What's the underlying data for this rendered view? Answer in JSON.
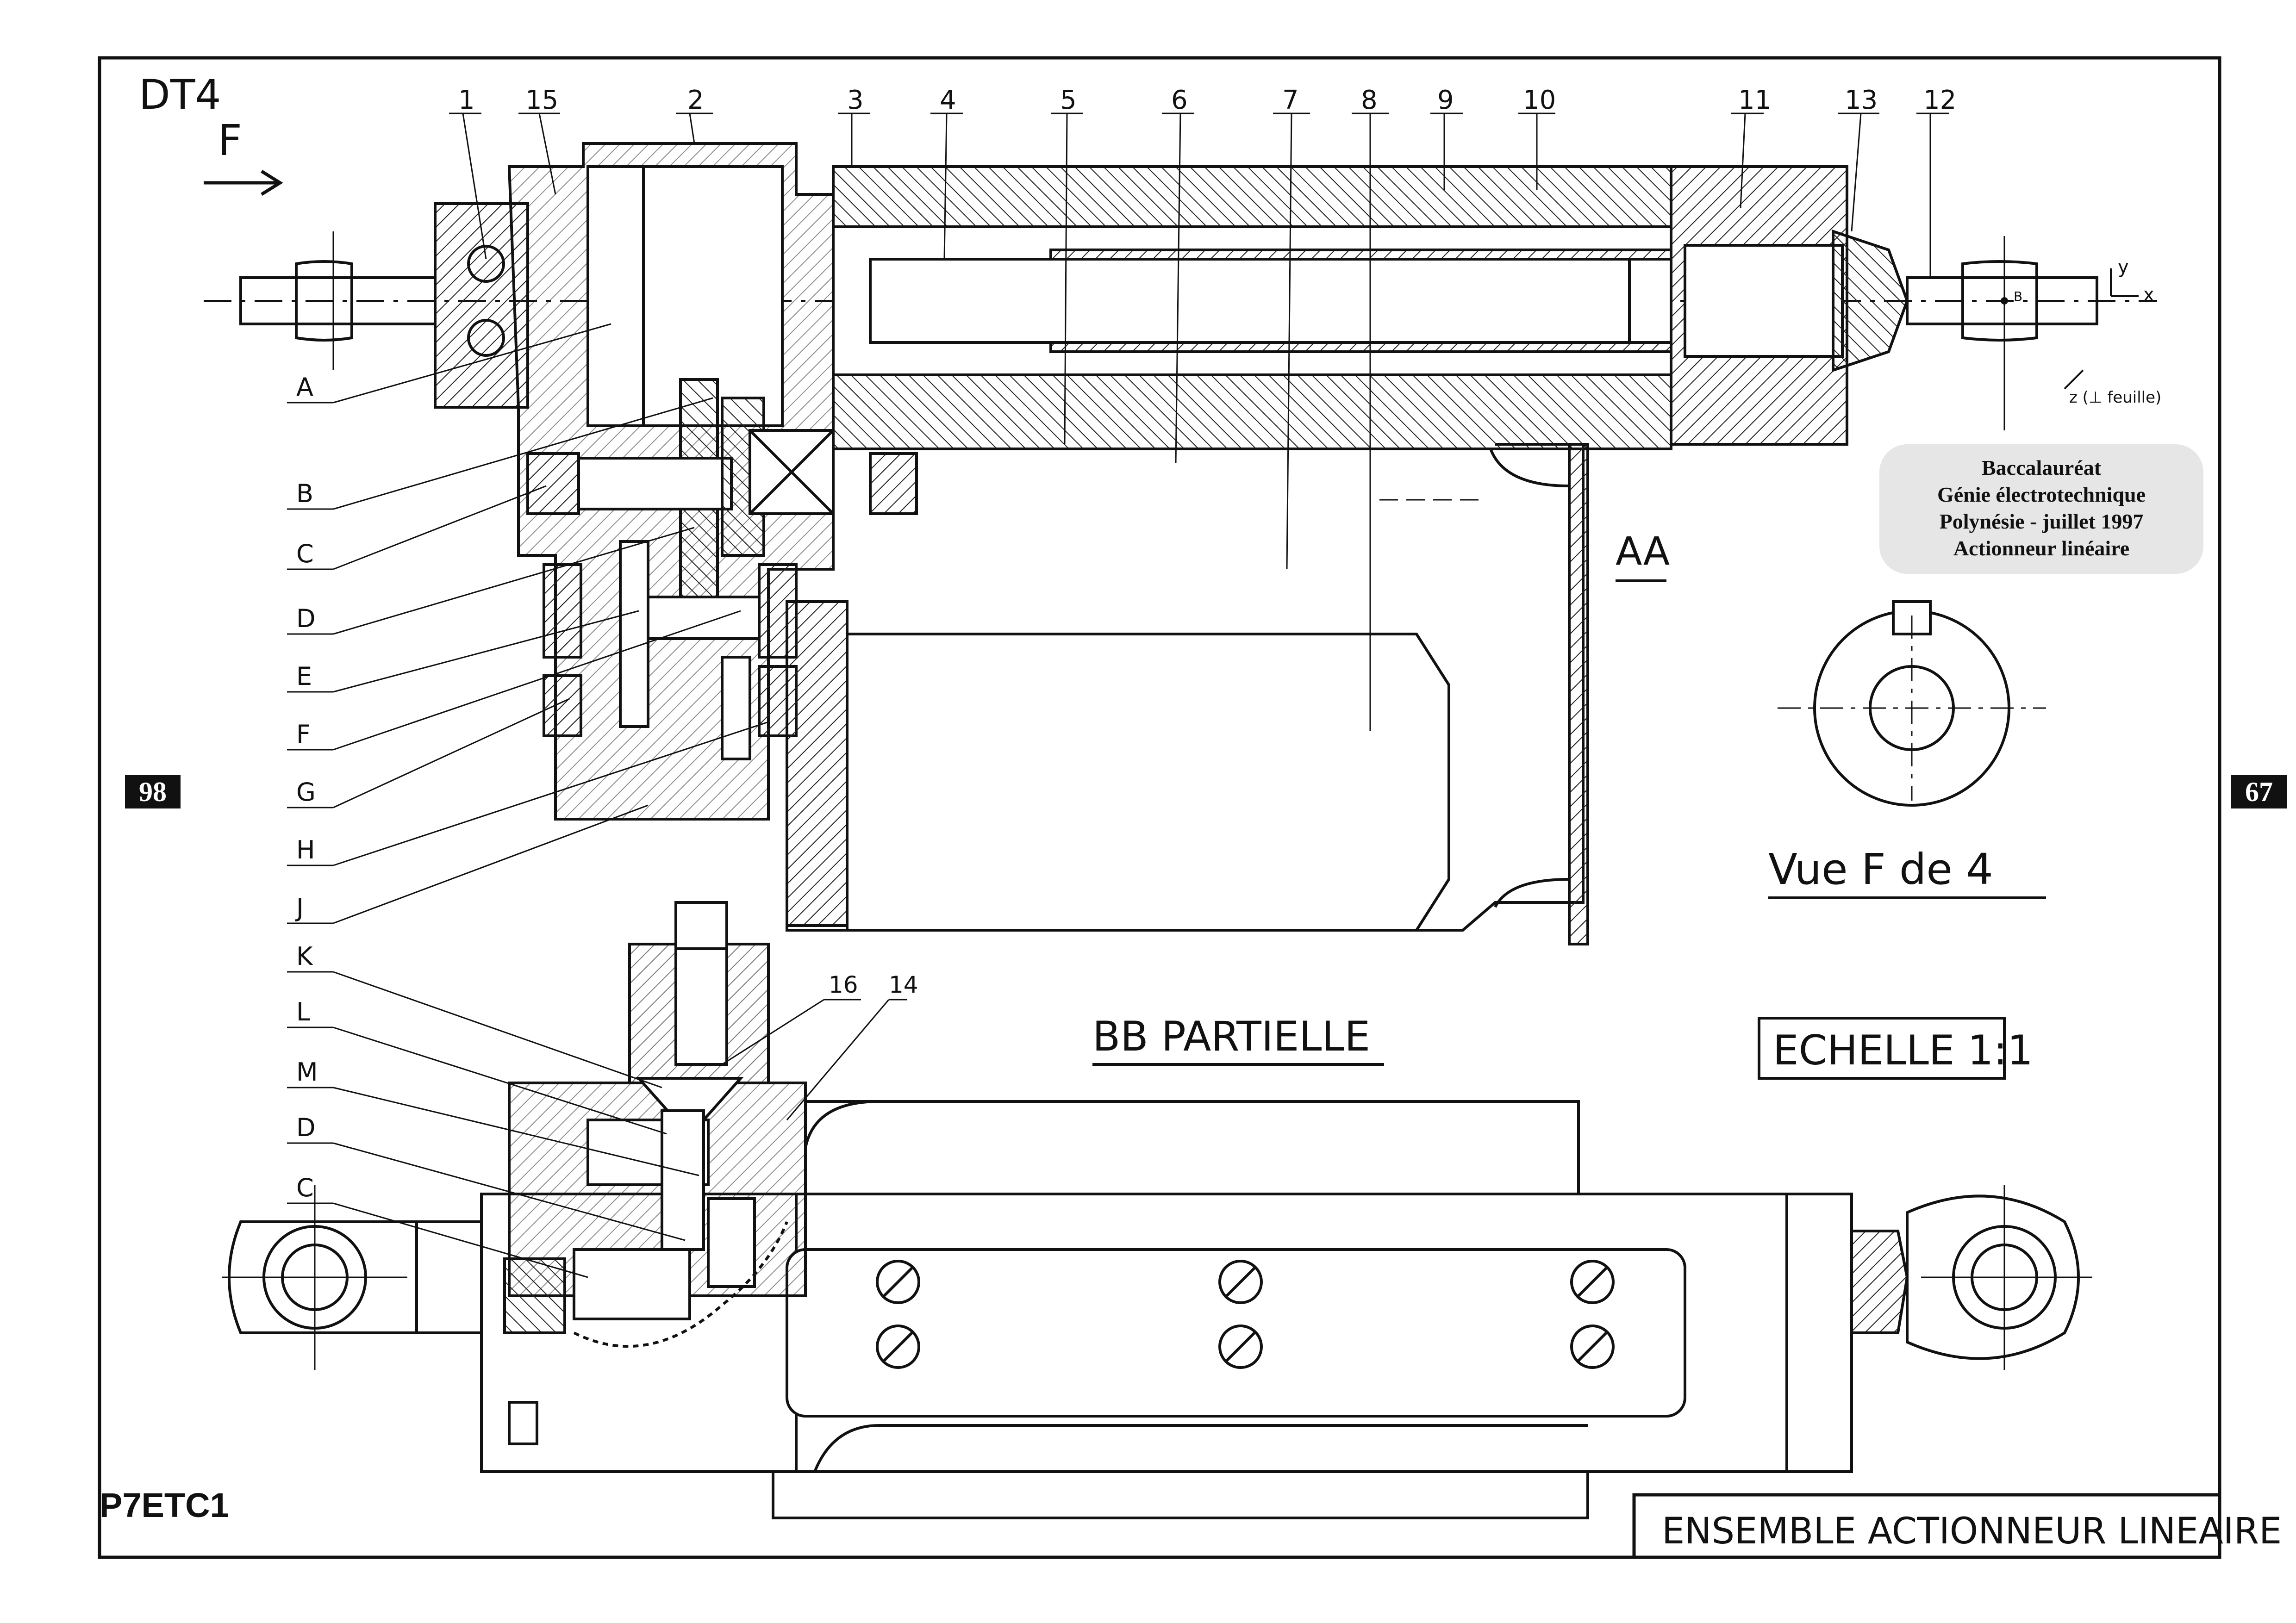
{
  "sheet": {
    "id_label": "DT4",
    "view_arrow_label": "F",
    "page_left": "98",
    "page_right": "67",
    "code": "P7ETC1"
  },
  "title_stamp": {
    "line1": "Baccalauréat",
    "line2": "Génie électrotechnique",
    "line3": "Polynésie - juillet 1997",
    "line4": "Actionneur linéaire"
  },
  "views": {
    "section_aa": "AA",
    "view_f": "Vue F de 4",
    "section_bb": "BB PARTIELLE",
    "scale": "ECHELLE 1:1"
  },
  "title_block": "ENSEMBLE ACTIONNEUR LINEAIRE",
  "axes": {
    "y": "y",
    "x": "x",
    "z": "z (⊥ feuille)",
    "point_b": "B"
  },
  "numbered_parts": [
    "1",
    "15",
    "2",
    "3",
    "4",
    "5",
    "6",
    "7",
    "8",
    "9",
    "10",
    "11",
    "13",
    "12"
  ],
  "letter_labels_aa": [
    "A",
    "B",
    "C",
    "D",
    "E",
    "F",
    "G",
    "H",
    "J"
  ],
  "letter_labels_bb": [
    "K",
    "L",
    "M",
    "D",
    "C"
  ],
  "bb_numbered": [
    "16",
    "14"
  ]
}
